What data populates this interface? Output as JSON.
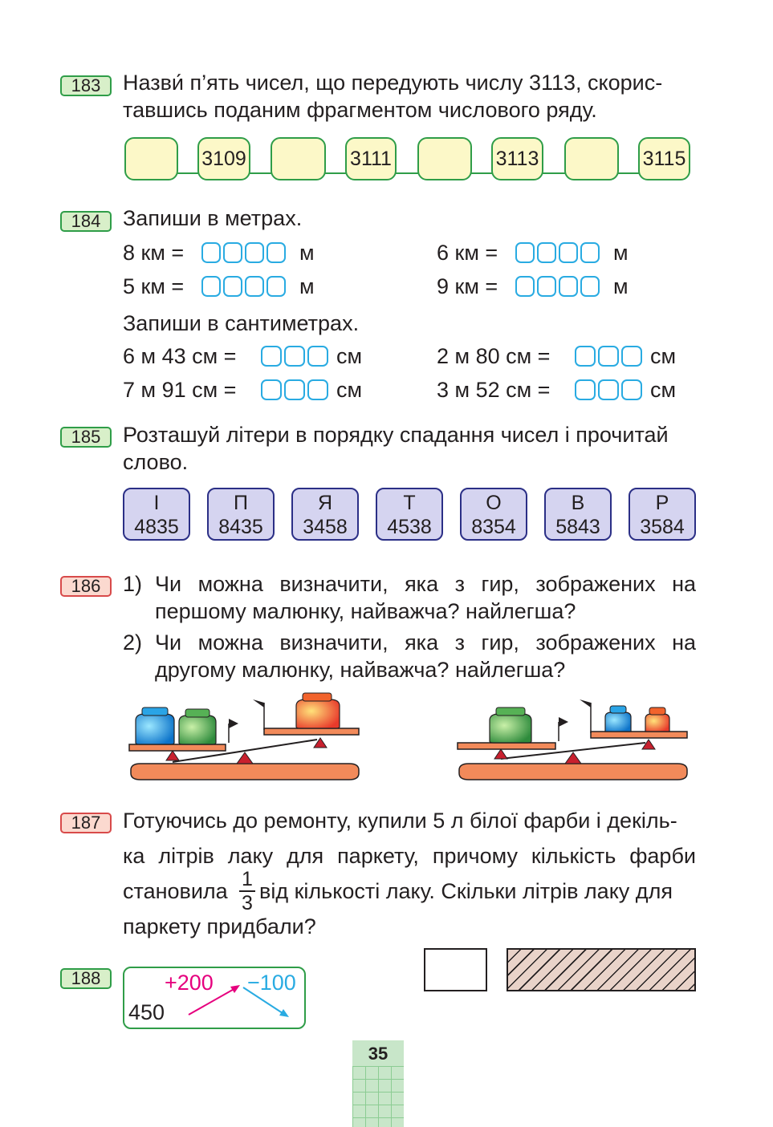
{
  "ex183": {
    "number": "183",
    "line1": "Назви́ п’ять чисел, що передують числу 3113, скорис-",
    "line2": "тавшись поданим фрагментом числового ряду.",
    "sequence": [
      "",
      "3109",
      "",
      "3111",
      "",
      "3113",
      "",
      "3115"
    ]
  },
  "ex184": {
    "number": "184",
    "title_m": "Запиши в метрах.",
    "rows_m": [
      {
        "left": "8 км =",
        "right": "6 км =",
        "unit": "м"
      },
      {
        "left": "5 км =",
        "right": "9 км =",
        "unit": "м"
      }
    ],
    "title_cm": "Запиши в сантиметрах.",
    "rows_cm": [
      {
        "left": "6 м 43 см =",
        "right": "2 м 80 см =",
        "unit": "см"
      },
      {
        "left": "7 м 91 см =",
        "right": "3 м 52 см =",
        "unit": "см"
      }
    ]
  },
  "ex185": {
    "number": "185",
    "line1": "Розташуй літери в порядку спадання чисел і прочитай",
    "line2": "слово.",
    "cards": [
      {
        "letter": "І",
        "value": "4835"
      },
      {
        "letter": "П",
        "value": "8435"
      },
      {
        "letter": "Я",
        "value": "3458"
      },
      {
        "letter": "Т",
        "value": "4538"
      },
      {
        "letter": "О",
        "value": "8354"
      },
      {
        "letter": "В",
        "value": "5843"
      },
      {
        "letter": "Р",
        "value": "3584"
      }
    ]
  },
  "ex186": {
    "number": "186",
    "q1_marker": "1)",
    "q1_line1": "Чи можна визначити, яка з гир, зображених на",
    "q1_line2": "першому малюнку, найважча? найлегша?",
    "q2_marker": "2)",
    "q2_line1": "Чи можна визначити, яка з гир, зображених на",
    "q2_line2": "другому малюнку, найважча? найлегша?"
  },
  "ex187": {
    "number": "187",
    "line1": "Готуючись до ремонту, купили 5 л білої фарби і декіль-",
    "line2": "ка літрів лаку для паркету, причому кількість фарби",
    "line3_before": "становила",
    "fraction_num": "1",
    "fraction_den": "3",
    "line3_after": "від кількості лаку. Скільки літрів лаку для",
    "line4": "паркету придбали?"
  },
  "ex188": {
    "number": "188",
    "start": "450",
    "op1": "+200",
    "op2": "−100"
  },
  "page": {
    "number": "35"
  },
  "colors": {
    "green": "#2f9d48",
    "blue": "#29abe2",
    "magenta": "#e6007e",
    "navy": "#2b2f86",
    "red": "#d84a4a"
  }
}
